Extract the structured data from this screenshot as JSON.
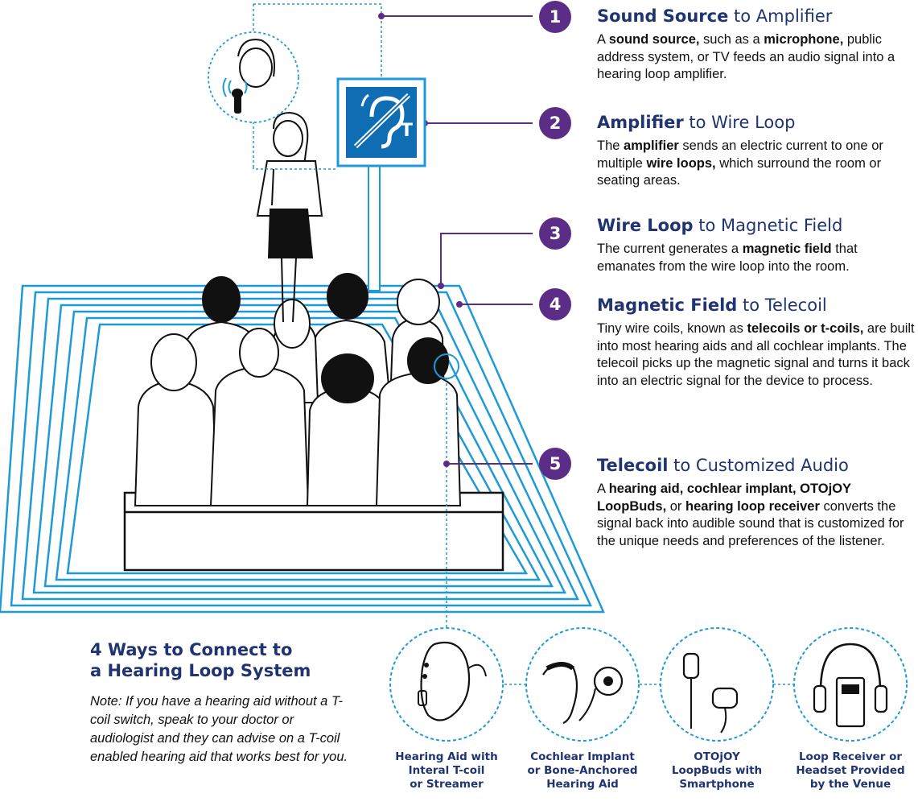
{
  "steps": [
    {
      "number": "1",
      "title_bold": "Sound Source",
      "title_rest": " to Amplifier",
      "desc": [
        {
          "t": "A ",
          "b": false
        },
        {
          "t": "sound source,",
          "b": true
        },
        {
          "t": " such as a ",
          "b": false
        },
        {
          "t": "microphone,",
          "b": true
        },
        {
          "t": " public address system, or TV feeds an audio signal into a hearing loop amplifier.",
          "b": false
        }
      ]
    },
    {
      "number": "2",
      "title_bold": "Amplifier",
      "title_rest": " to Wire Loop",
      "desc": [
        {
          "t": "The ",
          "b": false
        },
        {
          "t": "amplifier",
          "b": true
        },
        {
          "t": " sends an electric current to one or multiple ",
          "b": false
        },
        {
          "t": "wire loops,",
          "b": true
        },
        {
          "t": " which surround the room or seating areas.",
          "b": false
        }
      ]
    },
    {
      "number": "3",
      "title_bold": "Wire Loop",
      "title_rest": " to Magnetic Field",
      "desc": [
        {
          "t": "The current generates a ",
          "b": false
        },
        {
          "t": "magnetic field",
          "b": true
        },
        {
          "t": " that emanates from the wire loop into the room.",
          "b": false
        }
      ]
    },
    {
      "number": "4",
      "title_bold": "Magnetic Field",
      "title_rest": " to Telecoil",
      "desc": [
        {
          "t": "Tiny wire coils, known as ",
          "b": false
        },
        {
          "t": "telecoils or t-coils,",
          "b": true
        },
        {
          "t": " are built into most hearing aids and all cochlear implants. The telecoil picks up the magnetic signal and turns it back into an electric signal for the device to process.",
          "b": false
        }
      ]
    },
    {
      "number": "5",
      "title_bold": "Telecoil",
      "title_rest": " to Customized Audio",
      "desc": [
        {
          "t": "A ",
          "b": false
        },
        {
          "t": "hearing aid, cochlear implant, OTOjOY LoopBuds,",
          "b": true
        },
        {
          "t": " or ",
          "b": false
        },
        {
          "t": "hearing loop receiver",
          "b": true
        },
        {
          "t": " converts the signal back into audible sound that is customized for the unique needs and preferences of the listener.",
          "b": false
        }
      ]
    }
  ],
  "ways": {
    "heading_bold": "4 Ways",
    "heading_rest_line1": " to Connect to",
    "heading_line2": "a Hearing Loop System",
    "note": "Note: If you have a hearing aid without a T-coil switch, speak to your doctor or audiologist and they can advise on a T-coil enabled hearing aid that works best for you."
  },
  "devices": [
    {
      "line1": "Hearing Aid with",
      "line2": "Interal T-coil",
      "line3": "or Streamer"
    },
    {
      "line1": "Cochlear Implant",
      "line2": "or Bone-Anchored",
      "line3": "Hearing Aid"
    },
    {
      "line1": "OTOjOY",
      "line2": "LoopBuds with",
      "line3": "Smartphone"
    },
    {
      "line1": "Loop Receiver or",
      "line2": "Headset Provided",
      "line3": "by the Venue"
    }
  ],
  "sign": {
    "letter": "T"
  },
  "icons": [
    "microphone-speaker-icon",
    "hearing-loop-sign-icon",
    "hearing-aid-icon",
    "cochlear-implant-icon",
    "earbuds-icon",
    "headset-receiver-icon"
  ],
  "colors": {
    "navy": "#1f3470",
    "purple": "#5b2d86",
    "loop_blue": "#1e9ad6",
    "sign_blue": "#0f6db4"
  }
}
